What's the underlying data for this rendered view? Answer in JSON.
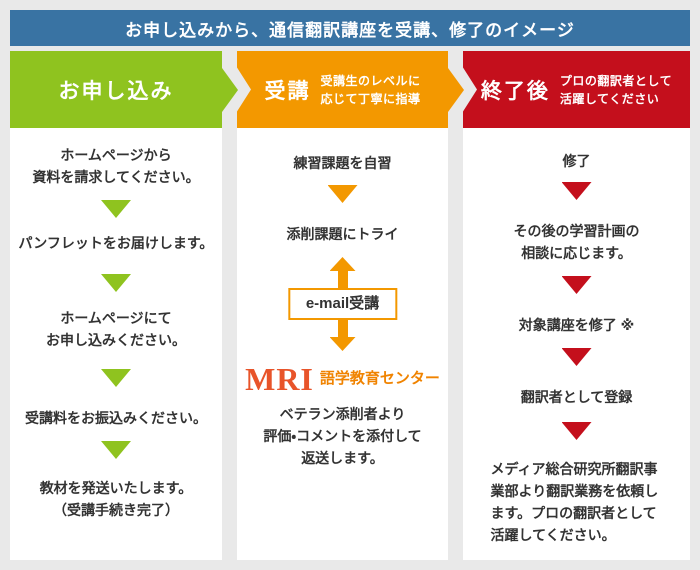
{
  "title_bar": {
    "text": "お申し込みから、通信翻訳講座を受講、修了のイメージ"
  },
  "colors": {
    "header_blue": "#3973a3",
    "apply_green": "#8fc31f",
    "course_orange": "#f39800",
    "after_red": "#c40f1c",
    "logo_red": "#e8542a",
    "logo_orange": "#f08300",
    "page_background": "#e9e9e9"
  },
  "columns": {
    "apply": {
      "header": {
        "title": "お申し込み"
      },
      "steps": [
        "ホームページから\n資料を請求してください。",
        "パンフレットをお届けします。",
        "ホームページにて\nお申し込みください。",
        "受講料をお振込みください。",
        "教材を発送いたします。\n（受講手続き完了）"
      ]
    },
    "course": {
      "header": {
        "title": "受講",
        "subtitle": "受講生のレベルに\n応じて丁寧に指導"
      },
      "steps": [
        "練習課題を自習",
        "添削課題にトライ"
      ],
      "email_box": "e-mail受講",
      "logo": {
        "mri": "MRI",
        "name": "語学教育センター"
      },
      "feedback": "ベテラン添削者より\n評価・コメントを添付して\n返送します。"
    },
    "after": {
      "header": {
        "title": "終了後",
        "subtitle": "プロの翻訳者として\n活躍してください"
      },
      "steps": [
        "修了",
        "その後の学習計画の\n相談に応じます。",
        "対象講座を修了 ※",
        "翻訳者として登録",
        "メディア総合研究所翻訳事業部より翻訳業務を依頼します。プロの翻訳者として活躍してください。"
      ]
    }
  }
}
